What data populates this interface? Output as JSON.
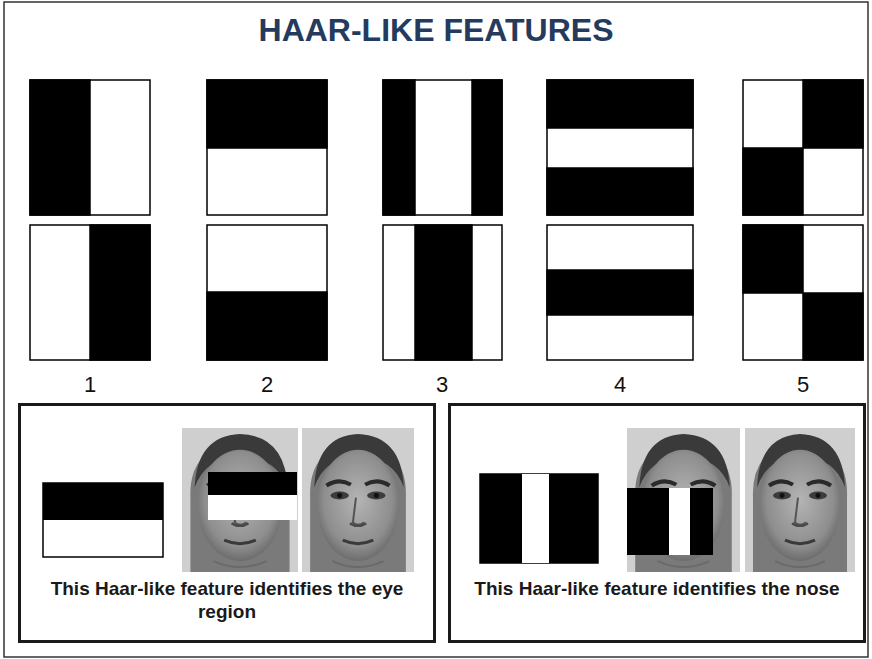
{
  "diagram": {
    "title": "HAAR-LIKE FEATURES",
    "nodes": [
      {
        "text": [
          "This Haar-like feature identifies the eye region"
        ]
      },
      {
        "text": [
          "This Haar-like feature identifies the nose"
        ]
      }
    ],
    "labels": [
      "1",
      "2",
      "3",
      "4",
      "5"
    ]
  }
}
